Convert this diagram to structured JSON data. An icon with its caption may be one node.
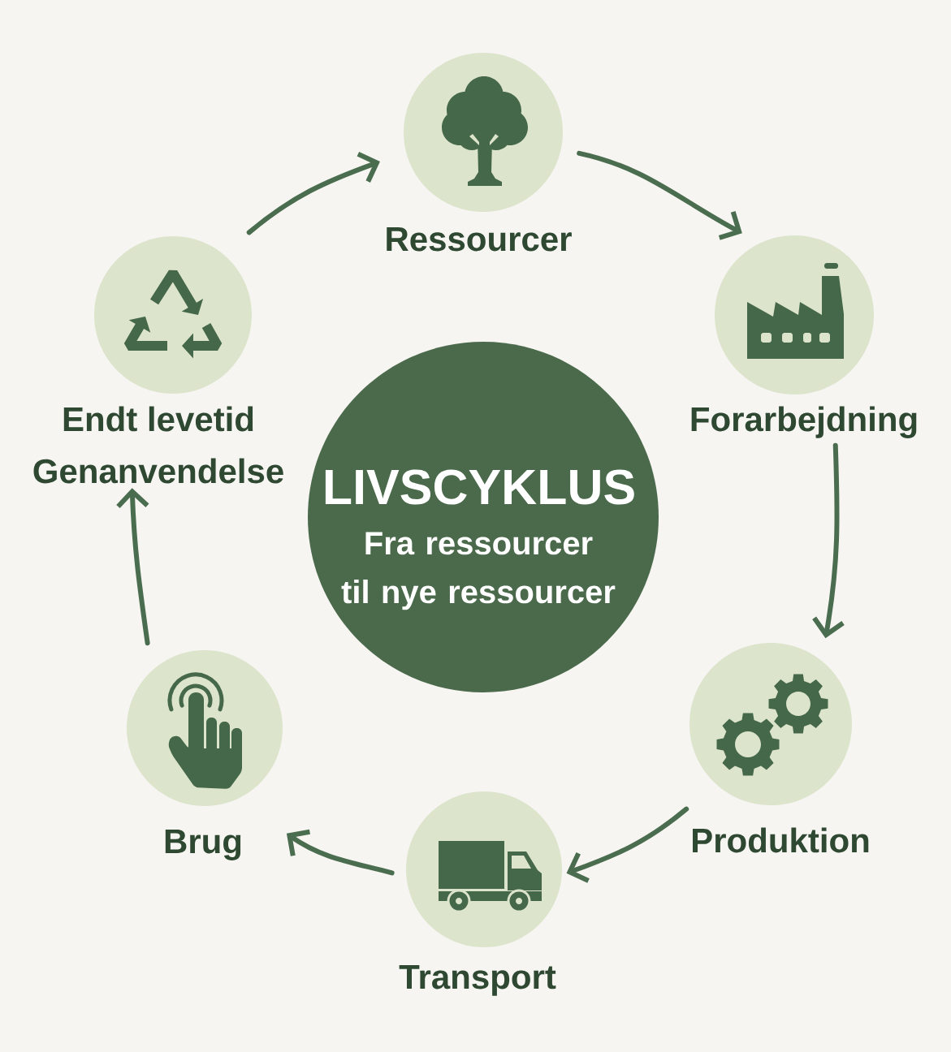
{
  "diagram": {
    "nodes": [
      {
        "text": [
          "LIVSCYKLUS",
          "Fra ressourcer til nye ressourcer"
        ]
      },
      {
        "text": [
          "Ressourcer"
        ]
      },
      {
        "text": [
          "Forarbejdning"
        ]
      },
      {
        "text": [
          "Produktion"
        ]
      },
      {
        "text": [
          "Transport"
        ]
      },
      {
        "text": [
          "Brug"
        ]
      },
      {
        "text": [
          "Endt levetid",
          "Genanvendelse"
        ]
      }
    ],
    "edges": [
      {
        "from": 1,
        "to": 2,
        "arrow": "to"
      },
      {
        "from": 2,
        "to": 3,
        "arrow": "to"
      },
      {
        "from": 3,
        "to": 4,
        "arrow": "to"
      },
      {
        "from": 4,
        "to": 5,
        "arrow": "to"
      },
      {
        "from": 5,
        "to": 6,
        "arrow": "to"
      },
      {
        "from": 6,
        "to": 1,
        "arrow": "to"
      }
    ]
  }
}
